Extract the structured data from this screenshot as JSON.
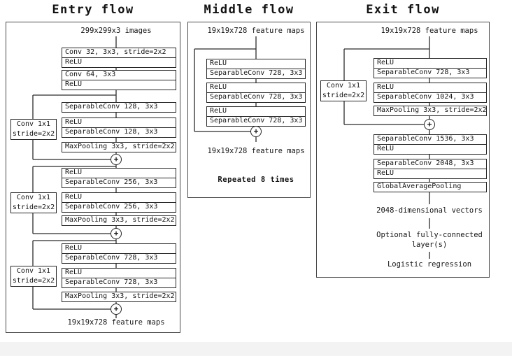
{
  "figure": {
    "name": "Xception architecture diagram"
  },
  "glyphs": {
    "plus": "+"
  },
  "colors": {
    "line": "#2b2b2b",
    "box_border": "#252525",
    "background": "#ffffff"
  },
  "entry": {
    "title": "Entry flow",
    "input_label": "299x299x3 images",
    "layers": {
      "conv32": "Conv 32, 3x3, stride=2x2",
      "relu": "ReLU",
      "conv64": "Conv 64, 3x3",
      "sepconv128": "SeparableConv 128, 3x3",
      "sepconv256": "SeparableConv 256, 3x3",
      "sepconv728": "SeparableConv 728, 3x3",
      "maxpool": "MaxPooling 3x3, stride=2x2"
    },
    "skip": {
      "line1": "Conv 1x1",
      "line2": "stride=2x2"
    },
    "output_label": "19x19x728 feature maps"
  },
  "middle": {
    "title": "Middle flow",
    "input_label": "19x19x728 feature maps",
    "layers": {
      "relu": "ReLU",
      "sepconv728": "SeparableConv 728, 3x3"
    },
    "output_label": "19x19x728 feature maps",
    "note": "Repeated 8 times"
  },
  "exit": {
    "title": "Exit flow",
    "input_label": "19x19x728 feature maps",
    "skip": {
      "line1": "Conv 1x1",
      "line2": "stride=2x2"
    },
    "layers": {
      "relu": "ReLU",
      "sepconv728": "SeparableConv 728, 3x3",
      "sepconv1024": "SeparableConv 1024, 3x3",
      "maxpool": "MaxPooling 3x3, stride=2x2",
      "sepconv1536": "SeparableConv 1536, 3x3",
      "sepconv2048": "SeparableConv 2048, 3x3",
      "gap": "GlobalAveragePooling"
    },
    "vectors_label": "2048-dimensional vectors",
    "fc_label_line1": "Optional fully-connected",
    "fc_label_line2": "layer(s)",
    "logreg_label": "Logistic regression"
  }
}
